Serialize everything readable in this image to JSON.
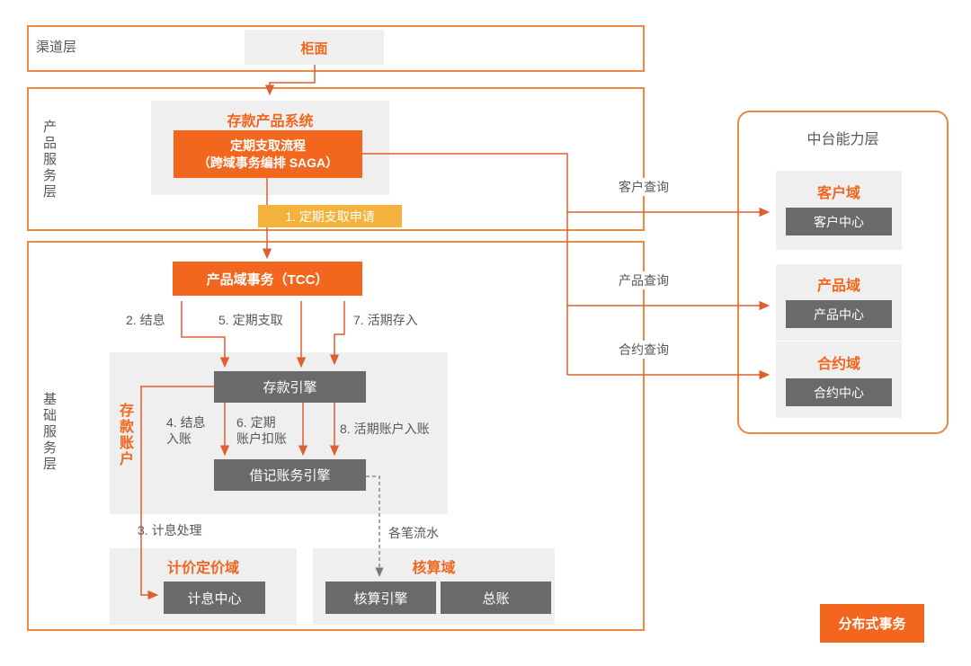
{
  "channel_layer": {
    "label": "渠道层",
    "counter_label": "柜面"
  },
  "product_layer": {
    "label": "产品服务层",
    "system_title": "存款产品系统",
    "saga_title_line1": "定期支取流程",
    "saga_title_line2": "（跨域事务编排 SAGA）",
    "step1_label": "1. 定期支取申请"
  },
  "base_layer": {
    "label": "基础服务层",
    "tcc_label": "产品域事务（TCC）",
    "step2_label": "2. 结息",
    "step5_label": "5. 定期支取",
    "step7_label": "7. 活期存入",
    "deposit_account": {
      "label": "存款账户",
      "deposit_engine_label": "存款引擎",
      "step4_line1": "4. 结息",
      "step4_line2": "入账",
      "step6_line1": "6. 定期",
      "step6_line2": "账户扣账",
      "step8_label": "8. 活期账户入账",
      "debit_engine_label": "借记账务引擎"
    },
    "step3_label": "3. 计息处理",
    "flow_label": "各笔流水",
    "pricing_domain": {
      "title": "计价定价域",
      "interest_center_label": "计息中心"
    },
    "accounting_domain": {
      "title": "核算域",
      "engine_label": "核算引擎",
      "ledger_label": "总账"
    }
  },
  "platform_layer": {
    "title": "中台能力层",
    "queries": [
      {
        "label": "客户查询"
      },
      {
        "label": "产品查询"
      },
      {
        "label": "合约查询"
      }
    ],
    "domains": [
      {
        "title": "客户域",
        "center": "客户中心"
      },
      {
        "title": "产品域",
        "center": "产品中心"
      },
      {
        "title": "合约域",
        "center": "合约中心"
      }
    ]
  },
  "badge_label": "分布式事务",
  "colors": {
    "orange": "#F2661D",
    "amber": "#F3B23C",
    "dark_gray_box": "#6A6A6D",
    "light_gray_card": "#EFEFEF",
    "border_orange": "#ED8843",
    "connector": "#DD5F32",
    "text_dark": "#595757"
  }
}
